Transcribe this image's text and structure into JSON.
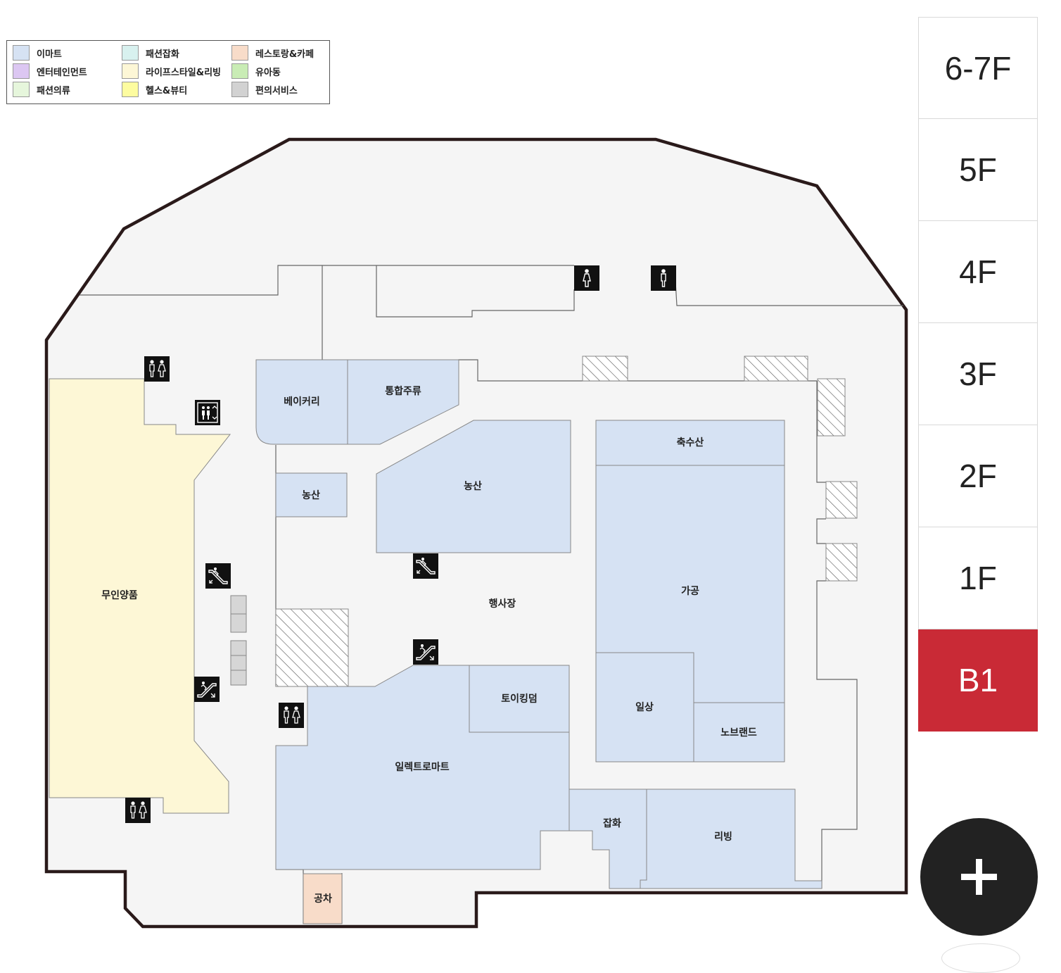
{
  "legend": {
    "items": [
      {
        "label": "이마트",
        "color": "#d6e2f3"
      },
      {
        "label": "엔터테인먼트",
        "color": "#dcc7f2"
      },
      {
        "label": "패션의류",
        "color": "#e6f6dc"
      },
      {
        "label": "패션잡화",
        "color": "#d8f1ef"
      },
      {
        "label": "라이프스타일&리빙",
        "color": "#fdf7d6"
      },
      {
        "label": "헬스&뷰티",
        "color": "#fdfca0"
      },
      {
        "label": "레스토랑&카페",
        "color": "#f8dcc9"
      },
      {
        "label": "유아동",
        "color": "#c9ecb5"
      },
      {
        "label": "편의서비스",
        "color": "#d2d2d2"
      }
    ]
  },
  "map": {
    "stores": {
      "bakery": "베이커리",
      "liquor": "통합주류",
      "livestock_seafood": "축수산",
      "agri_small": "농산",
      "agri_main": "농산",
      "event_hall": "행사장",
      "processed": "가공",
      "muji": "무인양품",
      "toys": "토이킹덤",
      "daily": "일상",
      "no_brand": "노브랜드",
      "electro": "일렉트로마트",
      "sundries": "잡화",
      "living": "리빙",
      "utility": "공차"
    }
  },
  "floors": [
    "6-7F",
    "5F",
    "4F",
    "3F",
    "2F",
    "1F",
    "B1"
  ],
  "selected_floor": "B1",
  "colors": {
    "accent": "#c92a36",
    "emart": "#d6e2f3",
    "lifestyle": "#fdf7d6",
    "cafe": "#f8dcc9"
  },
  "icons": [
    "restroom-icon",
    "female-restroom-icon",
    "male-restroom-icon",
    "elevator-icon",
    "escalator-down-icon",
    "escalator-up-icon",
    "plus-icon"
  ]
}
